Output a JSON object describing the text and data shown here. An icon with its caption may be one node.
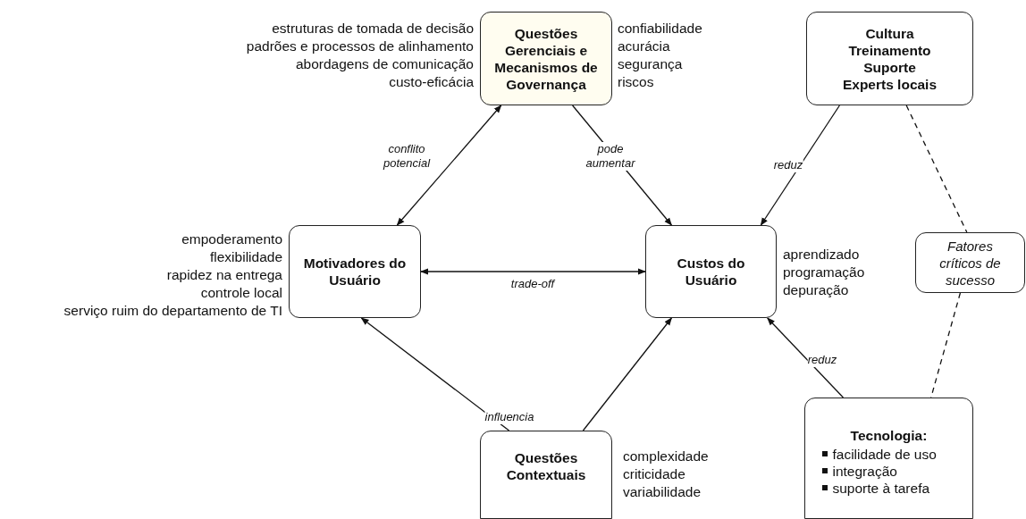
{
  "diagram": {
    "nodes": [
      {
        "text": [
          "Questões Gerenciais e Mecanismos de Governança"
        ],
        "beside": [
          "estruturas de tomada de decisão",
          "padrões e processos de alinhamento",
          "abordagens de comunicação",
          "custo-eficácia",
          "confiabilidade",
          "acurácia",
          "segurança",
          "riscos"
        ]
      },
      {
        "text": [
          "Cultura",
          "Treinamento",
          "Suporte",
          "Experts locais"
        ]
      },
      {
        "text": [
          "Motivadores do Usuário"
        ],
        "beside": [
          "empoderamento",
          "flexibilidade",
          "rapidez na entrega",
          "controle local",
          "serviço ruim do departamento de TI"
        ]
      },
      {
        "text": [
          "Custos do Usuário"
        ],
        "beside": [
          "aprendizado",
          "programação",
          "depuração"
        ]
      },
      {
        "text": [
          "Fatores críticos de sucesso"
        ]
      },
      {
        "text": [
          "Questões Contextuais"
        ],
        "beside": [
          "complexidade",
          "criticidade",
          "variabilidade"
        ]
      },
      {
        "text": [
          "Tecnologia:",
          "facilidade de uso",
          "integração",
          "suporte à tarefa"
        ]
      }
    ],
    "edges": [
      {
        "from": 0,
        "to": 2,
        "arrow": "both",
        "label": "conflito potencial"
      },
      {
        "from": 0,
        "to": 3,
        "arrow": "to",
        "label": "pode aumentar"
      },
      {
        "from": 1,
        "to": 3,
        "arrow": "to",
        "label": "reduz"
      },
      {
        "from": 2,
        "to": 3,
        "arrow": "both",
        "label": "trade-off"
      },
      {
        "from": 5,
        "to": 2,
        "arrow": "to",
        "label": "influencia"
      },
      {
        "from": 5,
        "to": 3,
        "arrow": "to"
      },
      {
        "from": 6,
        "to": 3,
        "arrow": "to",
        "label": "reduz"
      },
      {
        "from": 1,
        "to": 4,
        "arrow": "none",
        "style": "dashed"
      },
      {
        "from": 4,
        "to": 6,
        "arrow": "none",
        "style": "dashed"
      }
    ]
  }
}
